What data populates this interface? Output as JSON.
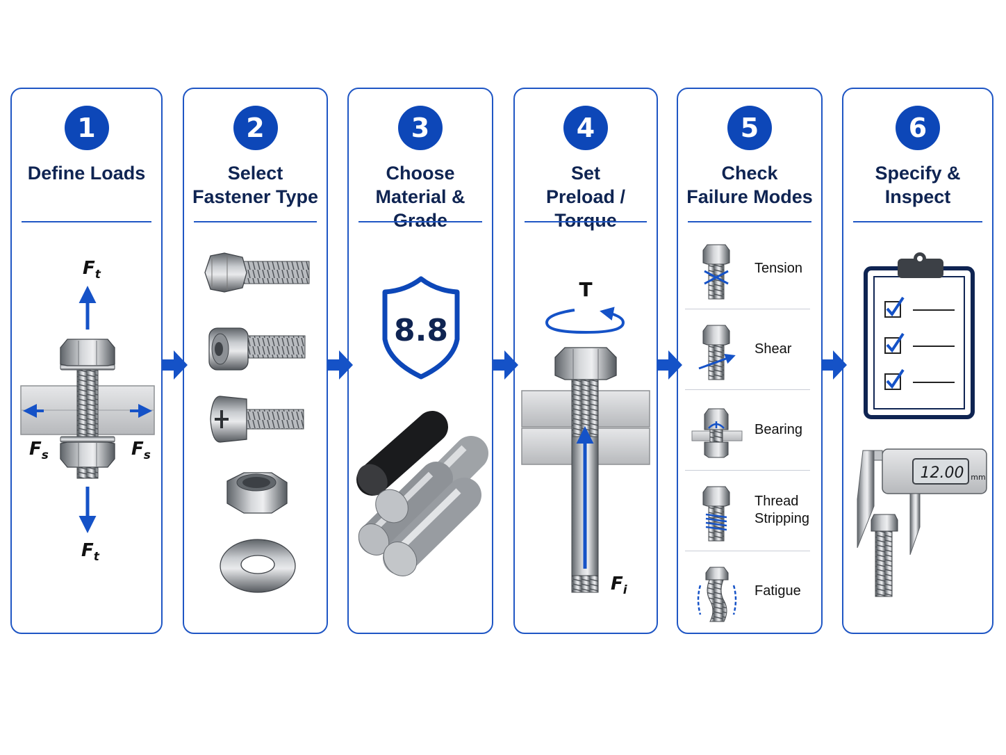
{
  "steps": [
    {
      "number": "1",
      "title": "Define Loads"
    },
    {
      "number": "2",
      "title": "Select\nFastener Type"
    },
    {
      "number": "3",
      "title": "Choose\nMaterial & Grade"
    },
    {
      "number": "4",
      "title": "Set\nPreload / Torque"
    },
    {
      "number": "5",
      "title": "Check\nFailure Modes"
    },
    {
      "number": "6",
      "title": "Specify &\nInspect"
    }
  ],
  "loads": {
    "tension_symbol": "F",
    "tension_sub": "t",
    "shear_symbol": "F",
    "shear_sub": "s"
  },
  "grade": {
    "value": "8.8"
  },
  "preload": {
    "torque_symbol": "T",
    "force_symbol": "F",
    "force_sub": "i"
  },
  "failure_modes": [
    "Tension",
    "Shear",
    "Bearing",
    "Thread\nStripping",
    "Fatigue"
  ],
  "caliper": {
    "reading": "12.00",
    "unit": "mm"
  },
  "colors": {
    "accent": "#0d47b8",
    "border": "#1f56c4",
    "title": "#0f2452",
    "arrow": "#1552c7"
  }
}
